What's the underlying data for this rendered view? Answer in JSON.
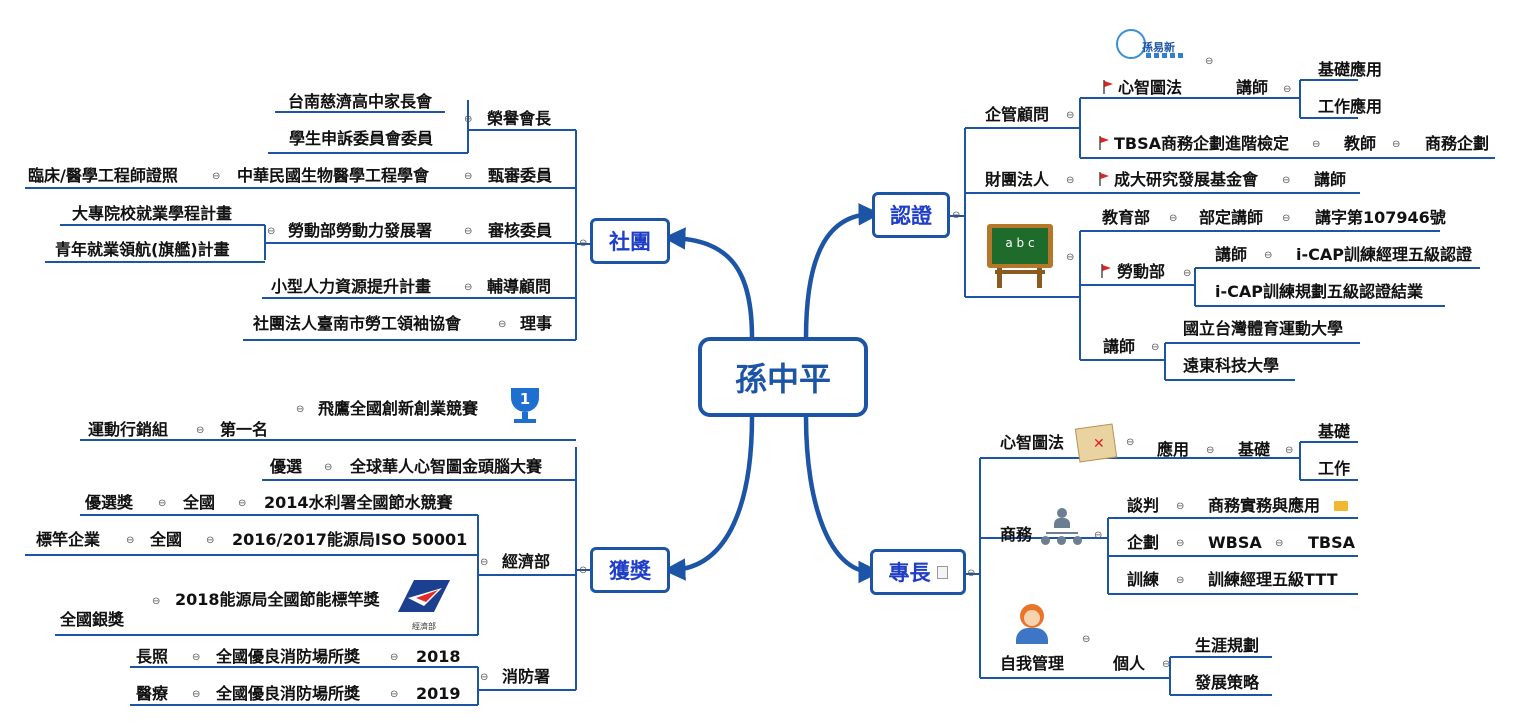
{
  "central": {
    "label": "孫中平"
  },
  "branches": {
    "society": "社團",
    "cert": "認證",
    "award": "獲獎",
    "specialty": "專長"
  },
  "society": {
    "honorary_chair": "榮譽會長",
    "tainan_tzuchi": "台南慈濟高中家長會",
    "student_complaint": "學生申訴委員會委員",
    "review_member": "甄審委員",
    "clinical_cert": "臨床/醫學工程師證照",
    "bme_society": "中華民國生物醫學工程學會",
    "audit_member": "審核委員",
    "univ_program": "大專院校就業學程計畫",
    "youth_program": "青年就業領航(旗艦)計畫",
    "mol_wda": "勞動部勞動力發展署",
    "advisor": "輔導顧問",
    "small_hr": "小型人力資源提升計畫",
    "director": "理事",
    "tainan_labor": "社團法人臺南市勞工領袖協會"
  },
  "cert": {
    "logo_text": "孫易新",
    "consultant": "企管顧問",
    "mindmap": "心智圖法",
    "lecturer": "講師",
    "basic_app": "基礎應用",
    "work_app": "工作應用",
    "tbsa": "TBSA商務企劃進階檢定",
    "teacher": "教師",
    "biz_plan": "商務企劃",
    "foundation": "財團法人",
    "ncku_fund": "成大研究發展基金會",
    "foundation_lecturer": "講師",
    "moe": "教育部",
    "moe_lecturer": "部定講師",
    "moe_no": "講字第107946號",
    "mol": "勞動部",
    "mol_lecturer": "講師",
    "icap_manager": "i-CAP訓練經理五級認證",
    "icap_planner": "i-CAP訓練規劃五級認證結業",
    "lecturer2": "講師",
    "ntsu": "國立台灣體育運動大學",
    "feu": "遠東科技大學",
    "board_text": "a b c"
  },
  "award": {
    "feiying": "飛鷹全國創新創業競賽",
    "first": "第一名",
    "sports": "運動行銷組",
    "global_mm": "全球華人心智圖金頭腦大賽",
    "excellent": "優選",
    "moea": "經濟部",
    "water": "2014水利署全國節水競賽",
    "nation1": "全國",
    "excellent_award": "優選獎",
    "iso": "2016/2017能源局ISO 50001",
    "nation2": "全國",
    "benchmark": "標竿企業",
    "energy2018": "2018能源局全國節能標竿獎",
    "silver": "全國銀獎",
    "fire": "消防署",
    "fire_award1": "全國優良消防場所獎",
    "y2018": "2018",
    "long_care": "長照",
    "fire_award2": "全國優良消防場所獎",
    "y2019": "2019",
    "medical": "醫療",
    "moea_logo_text": "經濟部",
    "trophy_num": "1"
  },
  "specialty": {
    "mindmap": "心智圖法",
    "application": "應用",
    "basic": "基礎",
    "basic2": "基礎",
    "work": "工作",
    "business": "商務",
    "negotiation": "談判",
    "biz_practice": "商務實務與應用",
    "planning": "企劃",
    "wbsa": "WBSA",
    "tbsa": "TBSA",
    "training": "訓練",
    "ttt": "訓練經理五級TTT",
    "self_mgmt": "自我管理",
    "personal": "個人",
    "career": "生涯規劃",
    "strategy": "發展策略"
  },
  "colors": {
    "branch": "#1c54a6",
    "branch_text": "#1f3ec8",
    "flag": "#e02424",
    "collapse": "#555555"
  }
}
